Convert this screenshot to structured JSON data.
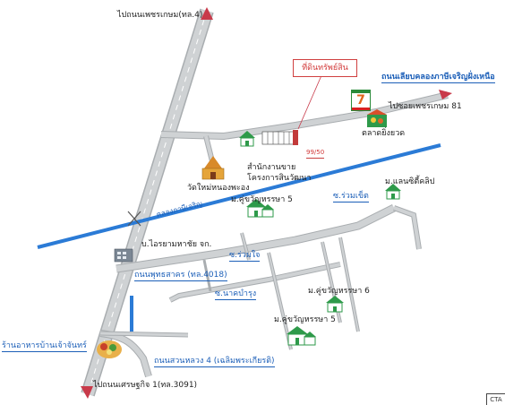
{
  "labels": {
    "to_phetkasem": "ไปถนนเพชรเกษม(ทล.4)",
    "to_setthakit": "ไปถนนเศรษฐกิจ 1(ทล.3091)",
    "property": "ที่ดินทรัพย์สิน",
    "canal_road_north": "ถนนเลียบคลองภาษีเจริญฝั่งเหนือ",
    "to_soi_phetkasem_81": "ไปซอยเพชรเกษม 81",
    "market": "ตลาดยิ่งยวด",
    "land_code": "99/50",
    "sales_office_1": "สำนักงานขาย",
    "sales_office_2": "โครงการสินวัฒนา",
    "temple": "วัดใหม่หนองพะอง",
    "canal": "คลองภาษีเจริญ",
    "village_5_top": "ม.คู่ขวัญหรรษา 5",
    "lane_ruamkhet": "ซ.ร่วมเข็ต",
    "village_land_city": "ม.แลนซิตี้คลิป",
    "company": "บ.ไอรยามหาชัย จก.",
    "soi_ruamjai": "ซ.ร่วมใจ",
    "phutthasakhon_road": "ถนนพุทธสาคร (ทล.4018)",
    "soi_bamrung": "ซ.นาคบำรุง",
    "village_6": "ม.คู่ขวัญหรรษา 6",
    "village_5_bottom": "ม.คู่ขวัญหรรษา 5",
    "restaurant": "ร้านอาหารบ้านเจ้าจันทร์",
    "suan_luang_road": "ถนนสวนหลวง 4 (เฉลิมพระเกียรติ)",
    "seven_eleven": "7",
    "corner_code": "CTA"
  },
  "colors": {
    "road": "#cfd2d4",
    "road_edge": "#a9adb0",
    "canal": "#2b7bd6",
    "text_blue": "#1c5fb8",
    "text_red": "#d23a3a",
    "arrow": "#c83a4a",
    "house": "#2e9a4a"
  },
  "icons": [
    "house-icon",
    "temple-icon",
    "building-icon",
    "market-icon",
    "restaurant-icon",
    "seven-eleven-icon",
    "direction-arrow-icon",
    "crossing-icon"
  ]
}
